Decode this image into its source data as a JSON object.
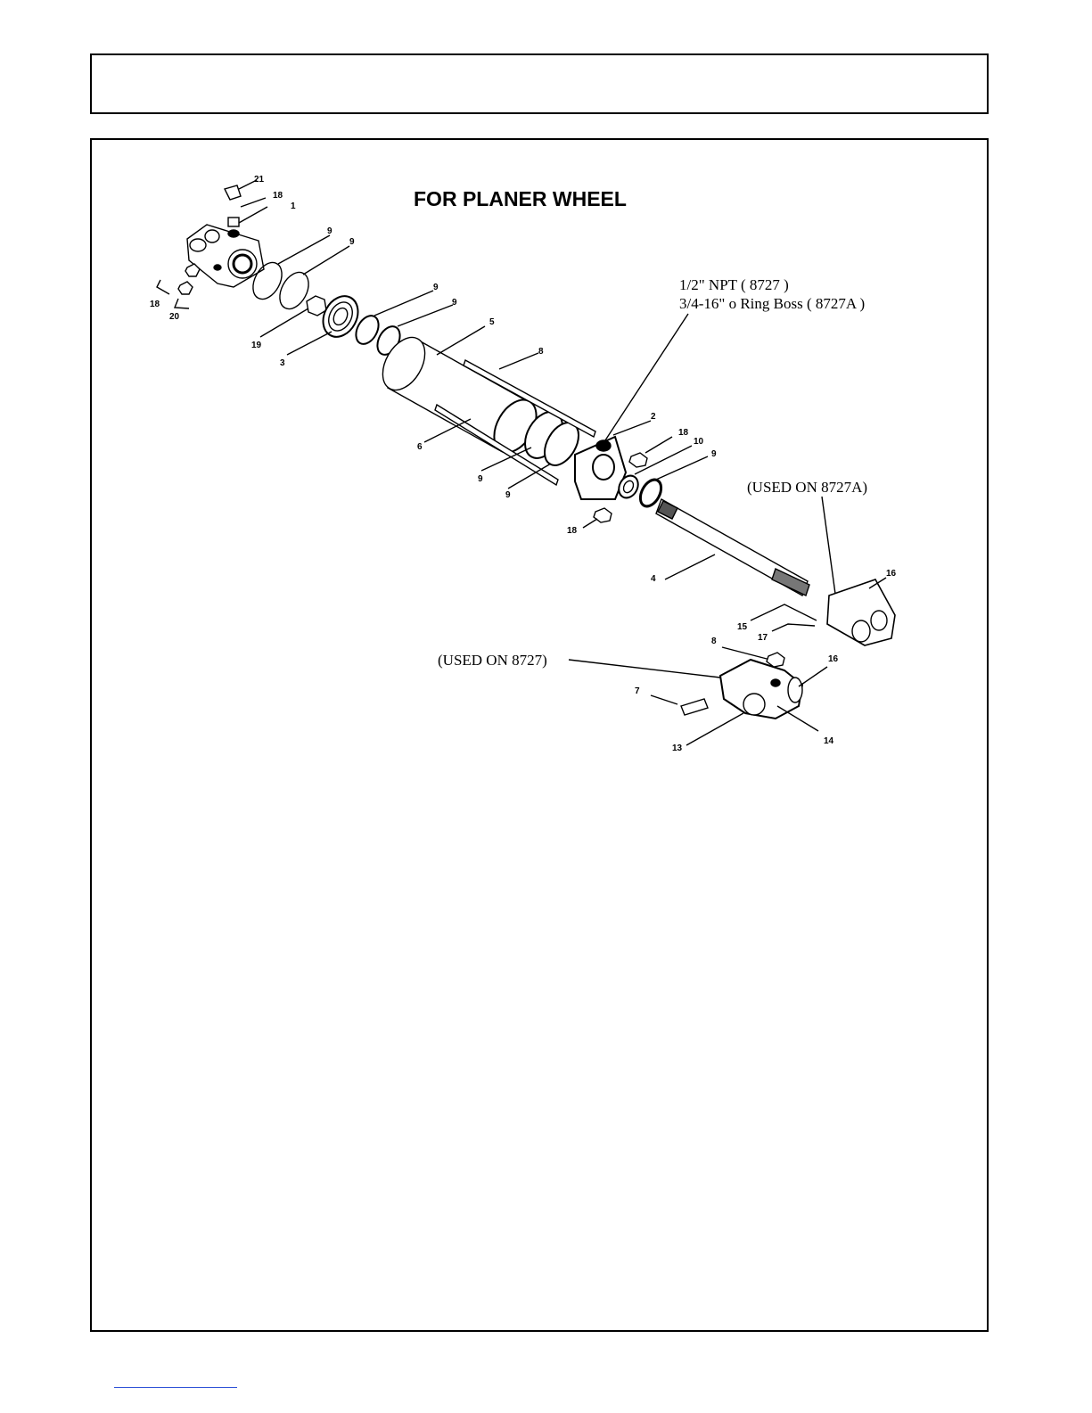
{
  "header": {
    "text": ""
  },
  "diagram": {
    "title": "FOR PLANER WHEEL",
    "notes": {
      "npt": "1/2\" NPT ( 8727 )",
      "oring": "3/4-16\" o Ring Boss ( 8727A )",
      "used_a": "(USED ON 8727A)",
      "used": "(USED ON 8727)"
    },
    "callouts": [
      "21",
      "18",
      "1",
      "9",
      "9",
      "18",
      "20",
      "19",
      "3",
      "9",
      "9",
      "5",
      "8",
      "6",
      "2",
      "18",
      "10",
      "9",
      "9",
      "9",
      "18",
      "4",
      "16",
      "15",
      "17",
      "8",
      "16",
      "7",
      "13",
      "14"
    ]
  }
}
